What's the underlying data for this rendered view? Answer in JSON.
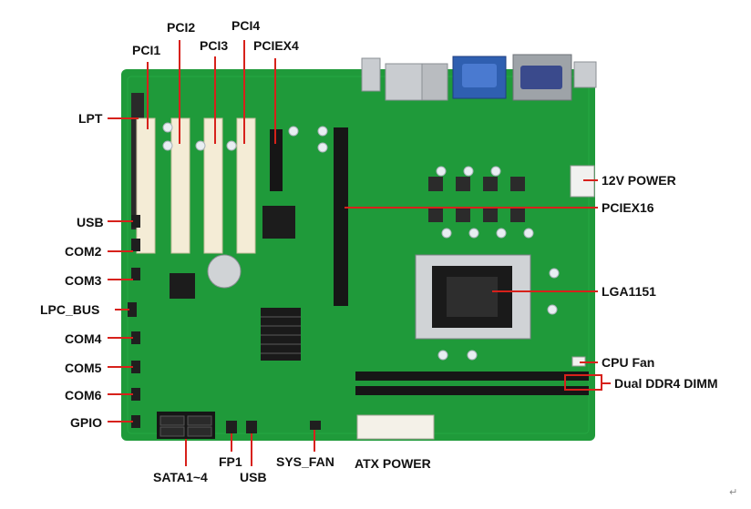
{
  "labels": {
    "pci1": "PCI1",
    "pci2": "PCI2",
    "pci3": "PCI3",
    "pci4": "PCI4",
    "pciex4": "PCIEX4",
    "lpt": "LPT",
    "usb_left": "USB",
    "com2": "COM2",
    "com3": "COM3",
    "lpc_bus": "LPC_BUS",
    "com4": "COM4",
    "com5": "COM5",
    "com6": "COM6",
    "gpio": "GPIO",
    "sata": "SATA1~4",
    "fp1": "FP1",
    "usb_bottom": "USB",
    "sys_fan": "SYS_FAN",
    "atx_power": "ATX POWER",
    "power_12v": "12V POWER",
    "pciex16": "PCIEX16",
    "lga1151": "LGA1151",
    "cpu_fan": "CPU Fan",
    "dual_ddr4": "Dual DDR4 DIMM"
  },
  "return_mark": "↵",
  "colors": {
    "pcb": "#1f9a3a",
    "pcb_dark": "#157a2b",
    "leader": "#d7211b",
    "slot_white": "#f4ecd6",
    "slot_black": "#161616",
    "text": "#111111"
  }
}
